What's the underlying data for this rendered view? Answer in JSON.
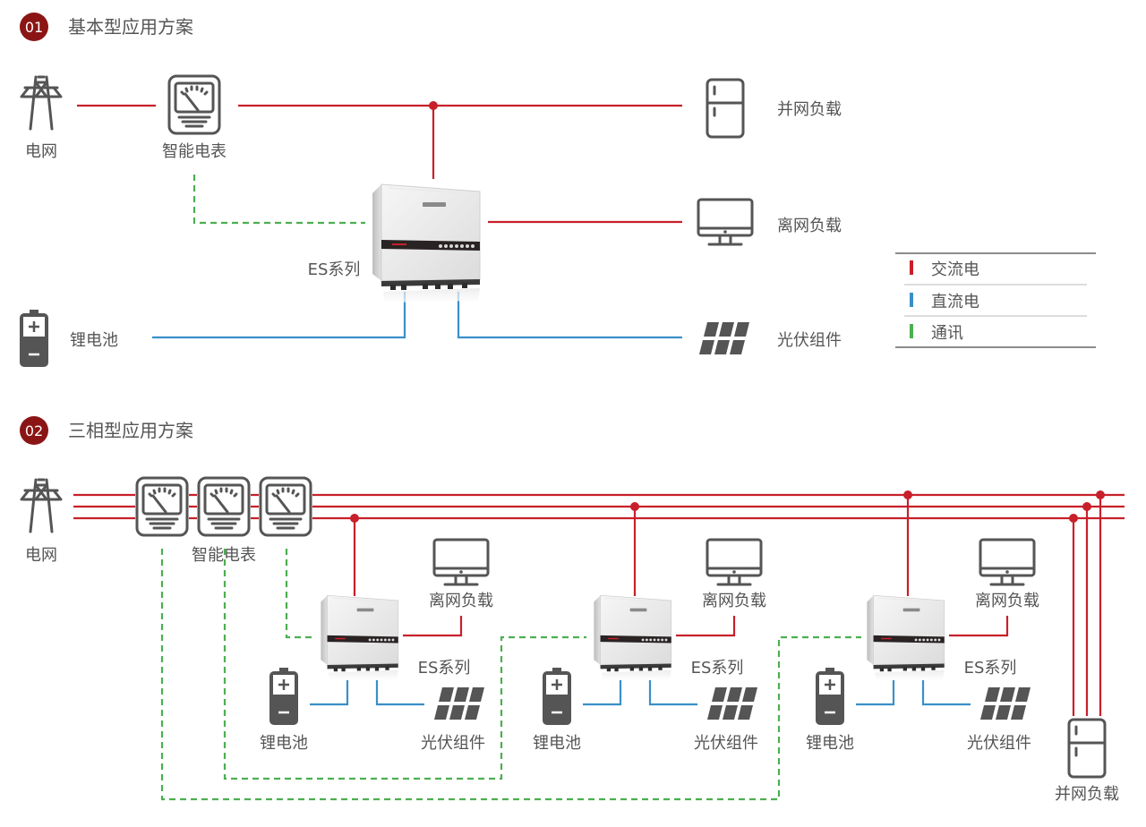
{
  "colors": {
    "ac": "#c8202a",
    "dc": "#3a8fc8",
    "comm": "#4caf50",
    "badge": "#8b1515",
    "icon": "#555555",
    "text": "#555555"
  },
  "section1": {
    "badge": "01",
    "title": "基本型应用方案",
    "nodes": {
      "grid": "电网",
      "meter": "智能电表",
      "inverter": "ES系列",
      "ongrid_load": "并网负载",
      "offgrid_load": "离网负载",
      "battery": "锂电池",
      "pv": "光伏组件"
    },
    "legend": [
      {
        "label": "交流电",
        "type": "ac"
      },
      {
        "label": "直流电",
        "type": "dc"
      },
      {
        "label": "通讯",
        "type": "comm"
      }
    ]
  },
  "section2": {
    "badge": "02",
    "title": "三相型应用方案",
    "grid": "电网",
    "meter": "智能电表",
    "ongrid_load": "并网负载",
    "units": [
      {
        "inverter": "ES系列",
        "offgrid_load": "离网负载",
        "battery": "锂电池",
        "pv": "光伏组件"
      },
      {
        "inverter": "ES系列",
        "offgrid_load": "离网负载",
        "battery": "锂电池",
        "pv": "光伏组件"
      },
      {
        "inverter": "ES系列",
        "offgrid_load": "离网负载",
        "battery": "锂电池",
        "pv": "光伏组件"
      }
    ]
  }
}
